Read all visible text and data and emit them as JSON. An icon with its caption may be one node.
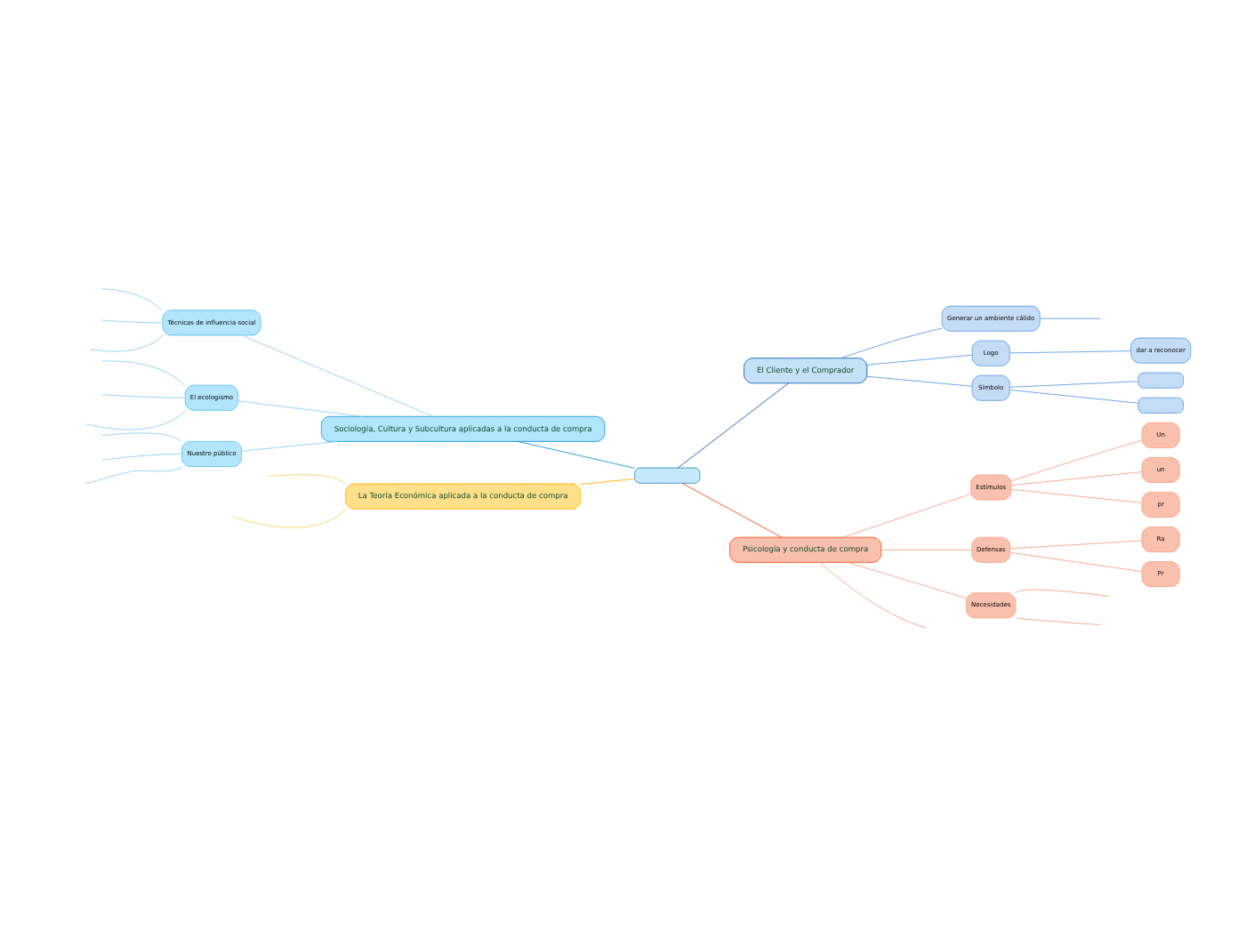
{
  "diagram": {
    "nodes": [
      {
        "text": [],
        "shape": "box"
      },
      {
        "text": [
          "Sociología, Cultura y Subcultura aplicadas a la conducta de compra"
        ]
      },
      {
        "text": [
          "Técnicas de influencia social"
        ]
      },
      {
        "text": [
          "El ecologismo"
        ]
      },
      {
        "text": [
          "Nuestro público"
        ]
      },
      {
        "text": [
          "El Cliente y el Comprador"
        ]
      },
      {
        "text": [
          "Generar un ambiente cálido"
        ]
      },
      {
        "text": [
          "Logo"
        ]
      },
      {
        "text": [
          "dar a reconocer"
        ]
      },
      {
        "text": [
          "Símbolo"
        ]
      },
      {
        "text": [],
        "shape": "box"
      },
      {
        "text": [],
        "shape": "box"
      },
      {
        "text": [
          "Psicología y conducta de compra"
        ]
      },
      {
        "text": [
          "Estímulos"
        ]
      },
      {
        "text": [
          "Un"
        ]
      },
      {
        "text": [
          "un"
        ]
      },
      {
        "text": [
          "pr"
        ]
      },
      {
        "text": [
          "Defensas"
        ]
      },
      {
        "text": [
          "Ra"
        ]
      },
      {
        "text": [
          "Pr"
        ]
      },
      {
        "text": [
          "Necesidades"
        ]
      },
      {
        "text": [
          "La Teoría Económica aplicada a la conducta de compra"
        ]
      }
    ],
    "edges": [
      {
        "from": 0,
        "to": 5,
        "arrow": "none",
        "color": "#1565c0"
      },
      {
        "from": 5,
        "to": 6,
        "arrow": "none",
        "color": "#64a0e8"
      },
      {
        "from": 6,
        "to": null,
        "arrow": "none",
        "color": "#64a0e8"
      },
      {
        "from": 5,
        "to": 7,
        "arrow": "none",
        "color": "#64a0e8"
      },
      {
        "from": 7,
        "to": 8,
        "arrow": "none",
        "color": "#64a0e8"
      },
      {
        "from": 5,
        "to": 9,
        "arrow": "none",
        "color": "#64a0e8"
      },
      {
        "from": 9,
        "to": 10,
        "arrow": "none",
        "color": "#64a0e8"
      },
      {
        "from": 9,
        "to": 11,
        "arrow": "none",
        "color": "#64a0e8"
      },
      {
        "from": 0,
        "to": 12,
        "arrow": "none",
        "color": "#f4511e"
      },
      {
        "from": 12,
        "to": 13,
        "arrow": "none",
        "color": "#f8a68a"
      },
      {
        "from": 13,
        "to": 14,
        "arrow": "none",
        "color": "#f8a68a"
      },
      {
        "from": 13,
        "to": 15,
        "arrow": "none",
        "color": "#f8a68a"
      },
      {
        "from": 13,
        "to": 16,
        "arrow": "none",
        "color": "#f8a68a"
      },
      {
        "from": 12,
        "to": 17,
        "arrow": "none",
        "color": "#f8a68a"
      },
      {
        "from": 17,
        "to": 18,
        "arrow": "none",
        "color": "#f8a68a"
      },
      {
        "from": 17,
        "to": 19,
        "arrow": "none",
        "color": "#f8a68a"
      },
      {
        "from": 12,
        "to": 20,
        "arrow": "none",
        "color": "#f8a68a"
      },
      {
        "from": 20,
        "to": null,
        "arrow": "none",
        "color": "#f8a68a"
      },
      {
        "from": 20,
        "to": null,
        "arrow": "none",
        "color": "#f8a68a"
      },
      {
        "from": 12,
        "to": null,
        "arrow": "none",
        "color": "#f8a68a"
      },
      {
        "from": 0,
        "to": 21,
        "arrow": "none",
        "color": "#ffb300"
      },
      {
        "from": 21,
        "to": null,
        "arrow": "none",
        "color": "#ffd36b"
      },
      {
        "from": 21,
        "to": null,
        "arrow": "none",
        "color": "#ffd36b"
      },
      {
        "from": 0,
        "to": 1,
        "arrow": "none",
        "color": "#1e9be0"
      },
      {
        "from": 1,
        "to": 2,
        "arrow": "none",
        "color": "#8fd3f5"
      },
      {
        "from": 2,
        "to": null,
        "arrow": "none",
        "color": "#8fd3f5"
      },
      {
        "from": 2,
        "to": null,
        "arrow": "none",
        "color": "#8fd3f5"
      },
      {
        "from": 2,
        "to": null,
        "arrow": "none",
        "color": "#8fd3f5"
      },
      {
        "from": 1,
        "to": 3,
        "arrow": "none",
        "color": "#8fd3f5"
      },
      {
        "from": 3,
        "to": null,
        "arrow": "none",
        "color": "#8fd3f5"
      },
      {
        "from": 3,
        "to": null,
        "arrow": "none",
        "color": "#8fd3f5"
      },
      {
        "from": 3,
        "to": null,
        "arrow": "none",
        "color": "#8fd3f5"
      },
      {
        "from": 1,
        "to": 4,
        "arrow": "none",
        "color": "#8fd3f5"
      },
      {
        "from": 4,
        "to": null,
        "arrow": "none",
        "color": "#8fd3f5"
      },
      {
        "from": 4,
        "to": null,
        "arrow": "none",
        "color": "#8fd3f5"
      },
      {
        "from": 4,
        "to": null,
        "arrow": "none",
        "color": "#8fd3f5"
      }
    ]
  }
}
